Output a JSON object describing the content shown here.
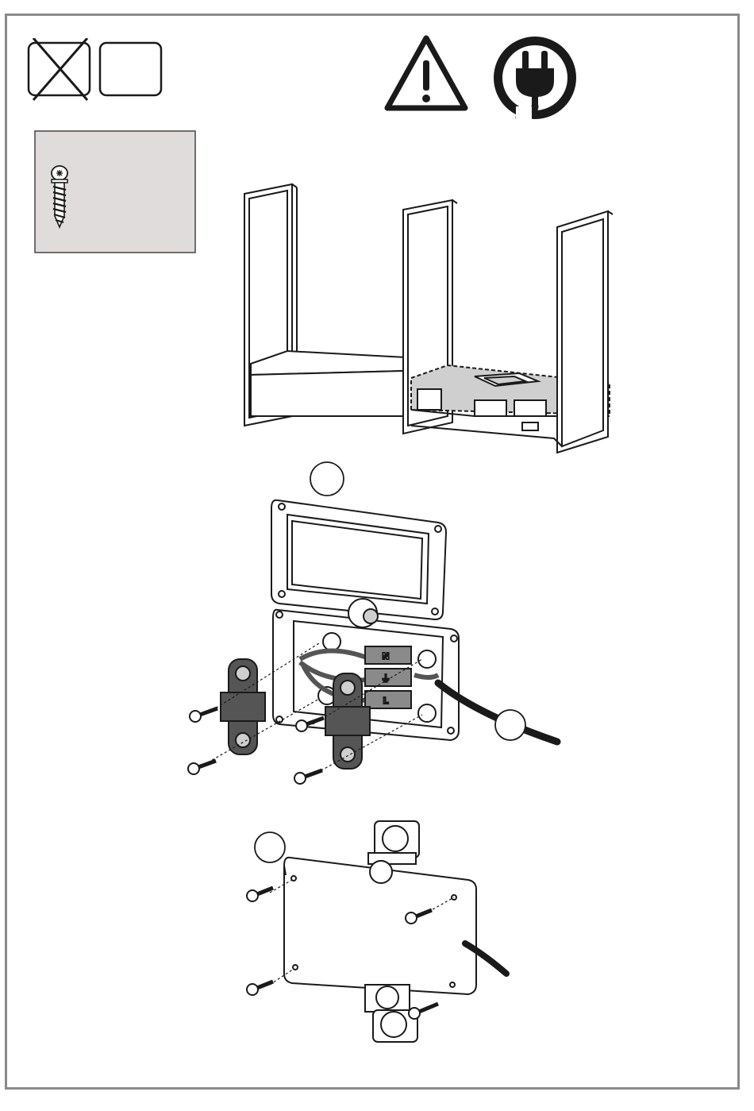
{
  "page": {
    "type": "assembly-instruction-step",
    "border_color": "#8a8a8a",
    "background": "#ffffff"
  },
  "person_indicator": {
    "icons": [
      {
        "name": "one-person-crossed-out-icon",
        "state": "not-allowed"
      },
      {
        "name": "one-person-icon",
        "state": "required"
      }
    ]
  },
  "safety": {
    "icons": [
      "warning-triangle-icon",
      "unplugged-power-icon"
    ]
  },
  "parts_box": {
    "background": "#e0dcdc",
    "items": [
      {
        "icon": "screw-icon"
      }
    ]
  },
  "callouts": [
    {
      "name": "callout-circle-a",
      "label": ""
    },
    {
      "name": "callout-circle-b",
      "label": ""
    },
    {
      "name": "callout-circle-c",
      "label": ""
    }
  ],
  "terminal_block": {
    "labels": [
      "N",
      "⏚",
      "L"
    ]
  },
  "colors": {
    "line": "#1a1a1a",
    "gray_fill": "#cfcfcf",
    "dark_gray": "#555555"
  }
}
